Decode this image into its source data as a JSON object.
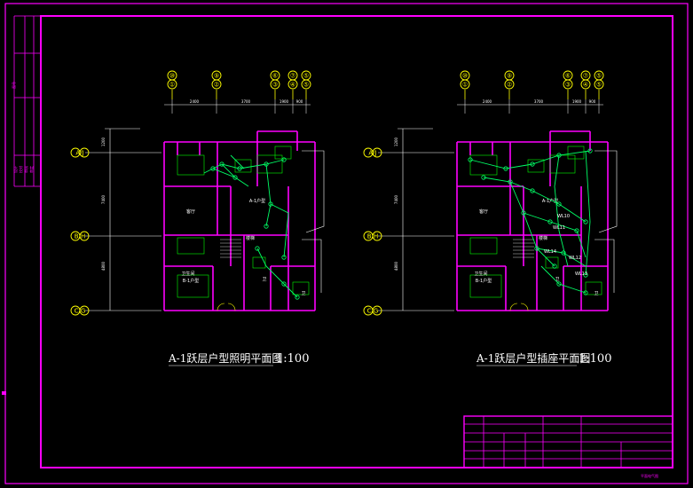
{
  "colors": {
    "frame": "#ff00ff",
    "wall": "#ff00ff",
    "axis": "#ffff00",
    "grid": "#ffffff",
    "circuit": "#00ff66",
    "furniture": "#00ff00",
    "caption": "#ffffff",
    "background": "#000000"
  },
  "drawings": [
    {
      "id": "lighting",
      "caption": "A-1跃层户型照明平面图",
      "scale": "1:100",
      "top_axes": [
        "⑩",
        "⑨",
        "⑥",
        "⑦",
        "⑤"
      ],
      "top_axes_sub": [
        "①",
        "②",
        "③",
        "④",
        "⑤"
      ],
      "top_dims": [
        "2400",
        "3700",
        "1900",
        "900"
      ],
      "left_axes": [
        "A/J",
        "B/H",
        "C/G"
      ],
      "left_dims": [
        "1200",
        "7400",
        "4800"
      ],
      "rooms": {
        "household_a": "A-1户型",
        "household_b": "B-1户型",
        "living": "客厅",
        "stair": "楼梯",
        "bath": "卫生间",
        "toilet_a": "卫",
        "toilet_b": "卫"
      }
    },
    {
      "id": "sockets",
      "caption": "A-1跃层户型插座平面图",
      "scale": "1:100",
      "top_axes": [
        "⑩",
        "⑨",
        "⑥",
        "⑦",
        "⑤"
      ],
      "top_axes_sub": [
        "①",
        "②",
        "③",
        "④",
        "⑤"
      ],
      "top_dims": [
        "2400",
        "3700",
        "1900",
        "900"
      ],
      "left_axes": [
        "A/J",
        "B/H",
        "C/G"
      ],
      "left_dims": [
        "1200",
        "7400",
        "4800"
      ],
      "rooms": {
        "household_a": "A-1户型",
        "household_b": "B-1户型",
        "living": "客厅",
        "stair": "楼梯",
        "bath": "卫生间",
        "toilet_a": "卫",
        "toilet_b": "卫"
      },
      "circuit_labels": [
        "WL10",
        "WL11",
        "WL12",
        "WL13",
        "WL14"
      ]
    }
  ],
  "title_block": {
    "side_label": "图号",
    "side_rows": [
      "设计",
      "校对",
      "审核",
      "审定"
    ],
    "corner_label": "平面电气图"
  }
}
